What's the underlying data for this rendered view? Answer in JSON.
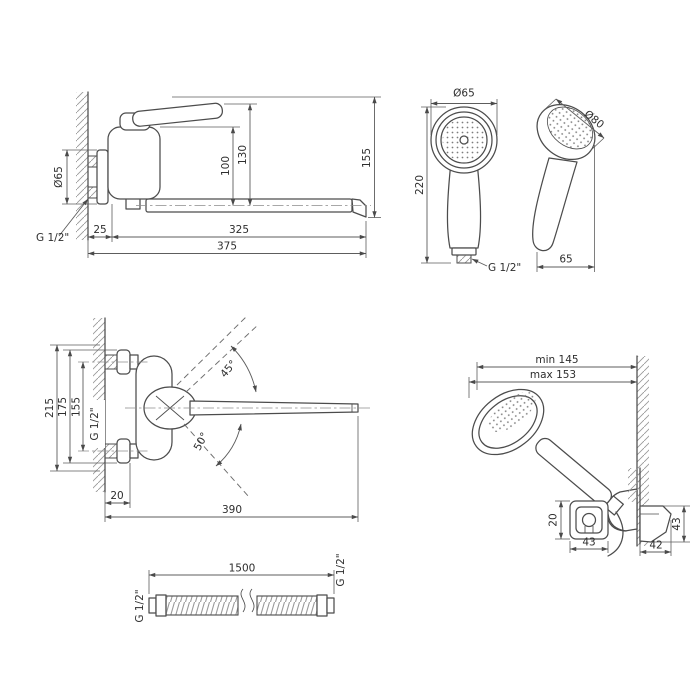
{
  "canvas": {
    "background": "#ffffff",
    "line_color": "#4c4c4c",
    "dim_color": "#5d5d5d"
  },
  "faucet_side_view": {
    "escutcheon_diameter": "Ø65",
    "spout_height": "100",
    "body_height": "130",
    "overall_height": "155",
    "inlet_thread": "G 1/2\"",
    "wall_offset": "25",
    "spout_reach": "325",
    "overall_reach": "375"
  },
  "shower_front_view": {
    "head_diameter": "Ø65",
    "overall_height": "220",
    "handle_thread": "G 1/2\""
  },
  "shower_side_view": {
    "head_depth_diameter": "Ø80",
    "base_width": "65"
  },
  "faucet_top_view": {
    "overall_span": "215",
    "flange_span": "175",
    "inlet_centers": "155",
    "inlet_thread": "G 1/2\"",
    "swivel_up_angle": "45°",
    "swivel_down_angle": "50°",
    "flange_depth": "20",
    "overall_reach": "390"
  },
  "bracket_view": {
    "min_reach": "min 145",
    "max_reach": "max 153"
  },
  "holder_front_view": {
    "depth": "20",
    "width": "43"
  },
  "holder_side_view": {
    "height": "43",
    "width": "42"
  },
  "hose_view": {
    "length": "1500",
    "left_thread": "G 1/2\"",
    "right_thread": "G 1/2\""
  }
}
